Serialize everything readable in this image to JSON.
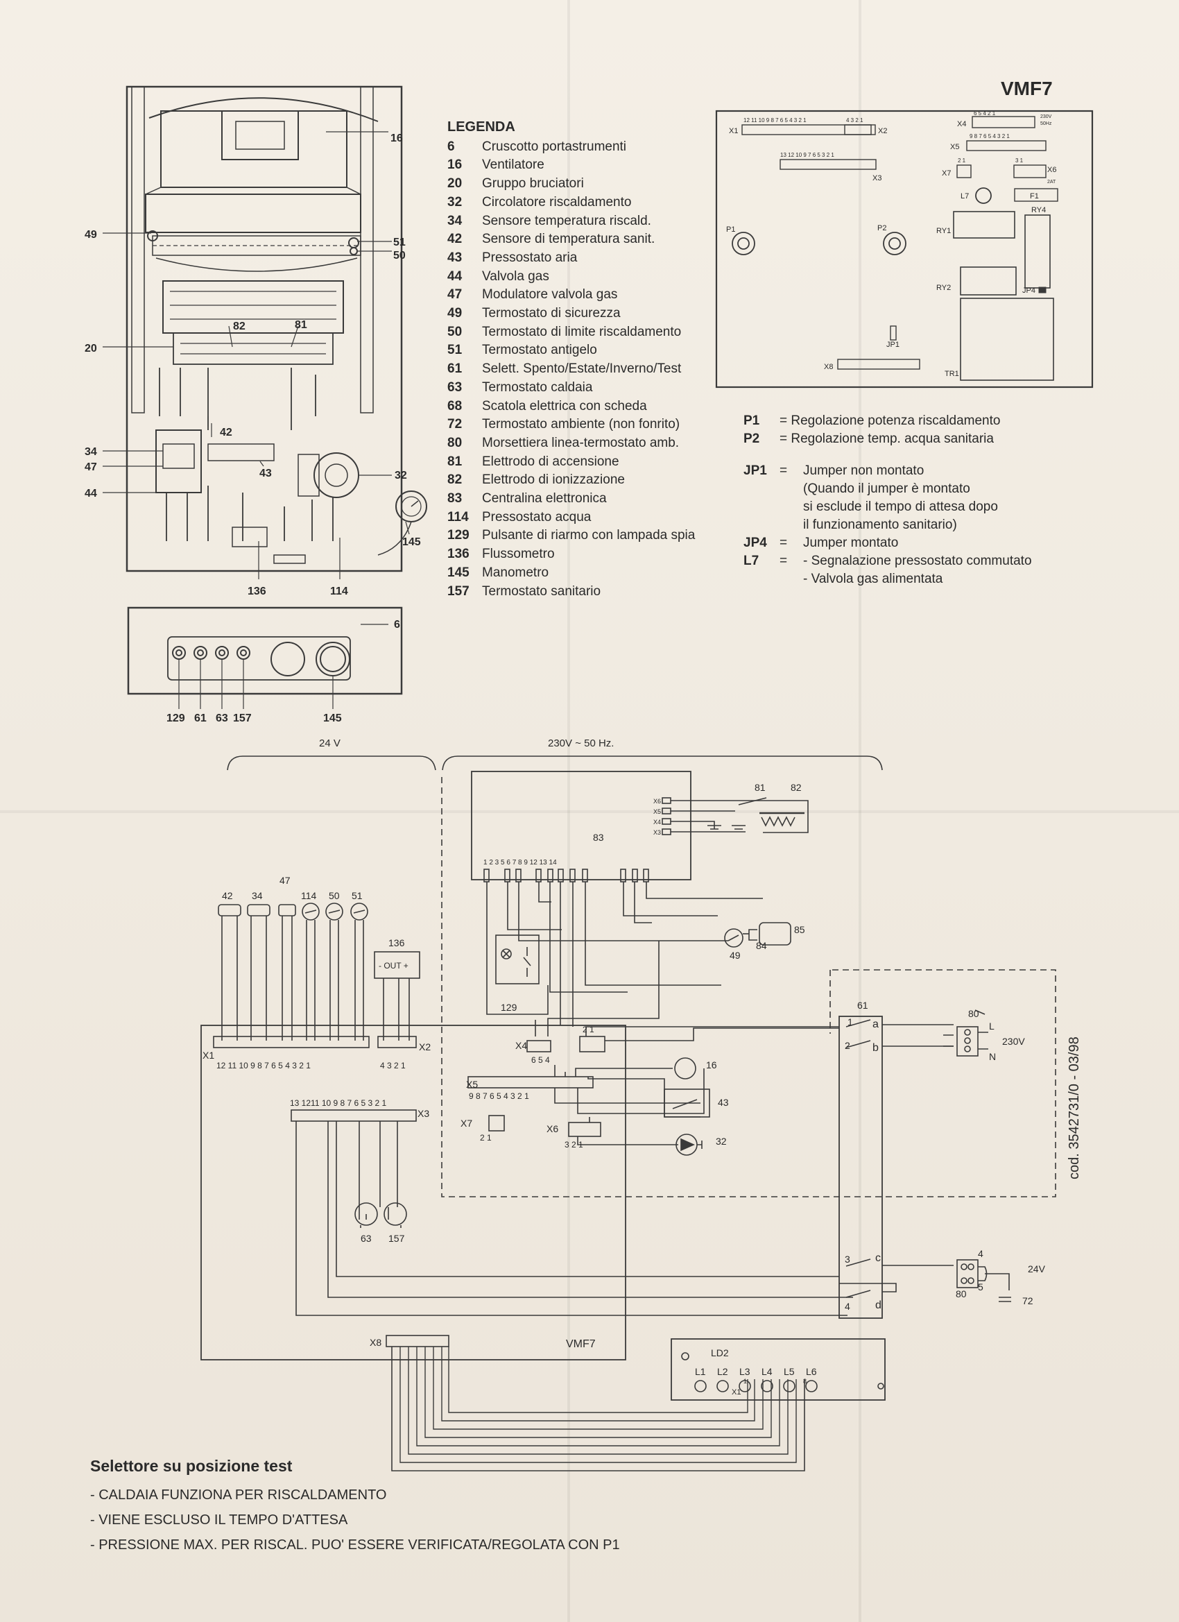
{
  "model": "VMF7",
  "legend": {
    "title": "LEGENDA",
    "items": [
      {
        "num": "6",
        "text": "Cruscotto portastrumenti"
      },
      {
        "num": "16",
        "text": "Ventilatore"
      },
      {
        "num": "20",
        "text": "Gruppo bruciatori"
      },
      {
        "num": "32",
        "text": "Circolatore riscaldamento"
      },
      {
        "num": "34",
        "text": "Sensore temperatura riscald."
      },
      {
        "num": "42",
        "text": "Sensore di temperatura sanit."
      },
      {
        "num": "43",
        "text": "Pressostato aria"
      },
      {
        "num": "44",
        "text": "Valvola gas"
      },
      {
        "num": "47",
        "text": "Modulatore valvola gas"
      },
      {
        "num": "49",
        "text": "Termostato di sicurezza"
      },
      {
        "num": "50",
        "text": "Termostato di limite riscaldamento"
      },
      {
        "num": "51",
        "text": "Termostato antigelo"
      },
      {
        "num": "61",
        "text": "Selett. Spento/Estate/Inverno/Test"
      },
      {
        "num": "63",
        "text": "Termostato caldaia"
      },
      {
        "num": "68",
        "text": "Scatola elettrica con scheda"
      },
      {
        "num": "72",
        "text": "Termostato ambiente (non fonrito)"
      },
      {
        "num": "80",
        "text": "Morsettiera linea-termostato amb."
      },
      {
        "num": "81",
        "text": "Elettrodo di accensione"
      },
      {
        "num": "82",
        "text": "Elettrodo di ionizzazione"
      },
      {
        "num": "83",
        "text": "Centralina elettronica"
      },
      {
        "num": "114",
        "text": "Pressostato acqua"
      },
      {
        "num": "129",
        "text": "Pulsante di riarmo con lampada spia"
      },
      {
        "num": "136",
        "text": "Flussometro"
      },
      {
        "num": "145",
        "text": "Manometro"
      },
      {
        "num": "157",
        "text": "Termostato sanitario"
      }
    ]
  },
  "pcb_notes": {
    "p1": {
      "key": "P1",
      "text": "= Regolazione potenza riscaldamento"
    },
    "p2": {
      "key": "P2",
      "text": "= Regolazione temp. acqua sanitaria"
    },
    "jp1": {
      "key": "JP1",
      "eq": "=",
      "lines": [
        "Jumper non montato",
        "(Quando il jumper è montato",
        "si esclude il tempo di attesa dopo",
        "il funzionamento sanitario)"
      ]
    },
    "jp4": {
      "key": "JP4",
      "eq": "=",
      "text": "Jumper montato"
    },
    "l7": {
      "key": "L7",
      "eq": "=",
      "lines": [
        "- Segnalazione pressostato commutato",
        "- Valvola gas alimentata"
      ]
    }
  },
  "boiler_labels": {
    "c16": "16",
    "c49": "49",
    "c51": "51",
    "c50": "50",
    "c82": "82",
    "c81": "81",
    "c20": "20",
    "c42": "42",
    "c34": "34",
    "c47": "47",
    "c43": "43",
    "c32": "32",
    "c44": "44",
    "c145": "145",
    "c136": "136",
    "c114": "114",
    "c6": "6",
    "p129": "129",
    "p61": "61",
    "p63": "63",
    "p157": "157",
    "p145": "145"
  },
  "pcb_labels": {
    "x1": "X1",
    "x2": "X2",
    "x3": "X3",
    "x4": "X4",
    "x5": "X5",
    "x6": "X6",
    "x7": "X7",
    "x8": "X8",
    "p1": "P1",
    "p2": "P2",
    "ry1": "RY1",
    "ry2": "RY2",
    "ry4": "RY4",
    "jp4": "JP4",
    "jp1": "JP1",
    "tr1": "TR1",
    "l7": "L7",
    "f1": "F1",
    "pins_x1": "12 11 10 9 8 7 6 5 4 3 2 1",
    "pins_x2": "4 3 2 1",
    "pins_x3": "13 12  10 9  7 6 5  3 2 1",
    "pins_x4": "6 5 4  2 1",
    "pins_x5": "9 8 7 6 5 4 3 2 1",
    "pins_x6": "3  1",
    "pins_x7": "2 1",
    "v230": "230V",
    "hz50": "50Hz",
    "t2at": "2AT"
  },
  "wiring": {
    "v24": "24 V",
    "v230": "230V ~ 50 Hz.",
    "c83": "83",
    "c81": "81",
    "c82": "82",
    "c85": "85",
    "c84": "84",
    "c49": "49",
    "c129": "129",
    "c42": "42",
    "c34": "34",
    "c47": "47",
    "c114": "114",
    "c50": "50",
    "c51": "51",
    "c136": "136",
    "out": "- OUT +",
    "c61": "61",
    "c80a": "80",
    "c230v": "230V",
    "l": "L",
    "n": "N",
    "a": "a",
    "b": "b",
    "c": "c",
    "d": "d",
    "s1": "1",
    "s2": "2",
    "s3": "3",
    "s4": "4",
    "x1": "X1",
    "x1_pins": "12  11  10  9  8  7 6 5 4 3 2 1",
    "x2": "X2",
    "x2_pins": "4 3 2 1",
    "x3": "X3",
    "x3_pins": "13 1211 10 9 8 7 6 5   3 2 1",
    "x4": "X4",
    "x4_pins": "6 5 4",
    "x4_pins2": "2 1",
    "x5": "X5",
    "x5_pins": "9 8 7 6 5 4 3 2 1",
    "x6": "X6",
    "x6_pins": "3 2 1",
    "x7": "X7",
    "x7_pins": "2 1",
    "c16": "16",
    "c43": "43",
    "c32": "32",
    "c63": "63",
    "c157": "157",
    "c80b": "80",
    "c24v": "24V",
    "c72": "72",
    "t4": "4",
    "t5": "5",
    "x8": "X8",
    "vmf7": "VMF7",
    "ld2": "LD2",
    "leds": [
      "L1",
      "L2",
      "L3",
      "L4",
      "L5",
      "L6"
    ],
    "x1_ld": "X1",
    "pin1": "1",
    "pin8": "8",
    "x6_83": "X6",
    "x5_83": "X5",
    "x4_83": "X4",
    "x3_83": "X3",
    "pins83": "1  2  3     5  6  7  8  9          12  13  14"
  },
  "code": "cod. 3542731/0  -  03/98",
  "footer": {
    "title": "Selettore su posizione test",
    "lines": [
      "- CALDAIA FUNZIONA PER RISCALDAMENTO",
      "- VIENE ESCLUSO IL TEMPO D'ATTESA",
      "- PRESSIONE MAX. PER RISCAL. PUO' ESSERE VERIFICATA/REGOLATA CON P1"
    ]
  }
}
